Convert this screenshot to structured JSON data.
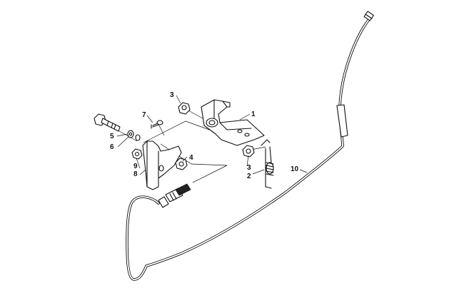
{
  "callouts": [
    {
      "id": "c1",
      "text": "1"
    },
    {
      "id": "c2",
      "text": "2"
    },
    {
      "id": "c3a",
      "text": "3"
    },
    {
      "id": "c3b",
      "text": "3"
    },
    {
      "id": "c4",
      "text": "4"
    },
    {
      "id": "c5",
      "text": "5"
    },
    {
      "id": "c6",
      "text": "6"
    },
    {
      "id": "c7",
      "text": "7"
    },
    {
      "id": "c8",
      "text": "8"
    },
    {
      "id": "c9",
      "text": "9"
    },
    {
      "id": "c10",
      "text": "10"
    }
  ]
}
